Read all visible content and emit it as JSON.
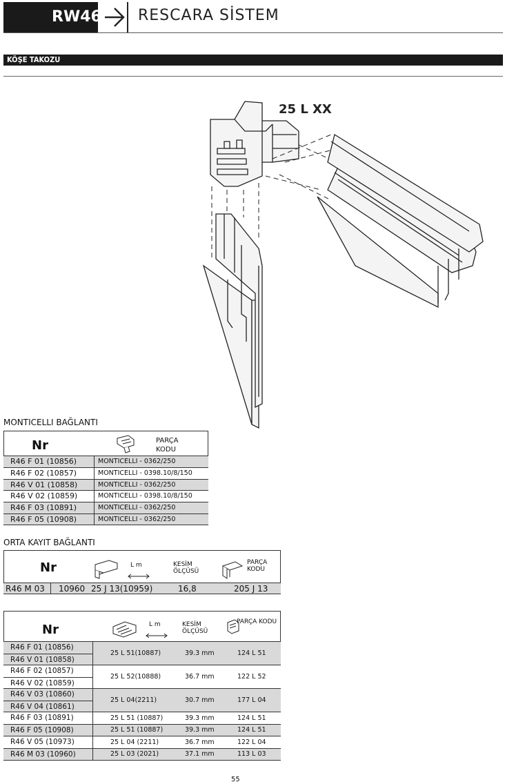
{
  "header": {
    "code": "RW46",
    "title": "RESCARA SİSTEM"
  },
  "section": {
    "title": "KÖŞE TAKOZU"
  },
  "drawing": {
    "part_label": "25 L XX"
  },
  "table1": {
    "title": "MONTICELLI BAĞLANTI",
    "col_nr": "Nr",
    "col_code_line1": "PARÇA",
    "col_code_line2": "KODU",
    "rows": [
      {
        "nr": "R46 F 01 (10856)",
        "code": "MONTICELLI - 0362/250"
      },
      {
        "nr": "R46 F 02 (10857)",
        "code": "MONTICELLI - 0398.10/8/150"
      },
      {
        "nr": "R46 V 01 (10858)",
        "code": "MONTICELLI - 0362/250"
      },
      {
        "nr": "R46 V 02 (10859)",
        "code": "MONTICELLI - 0398.10/8/150"
      },
      {
        "nr": "R46 F 03 (10891)",
        "code": "MONTICELLI - 0362/250"
      },
      {
        "nr": "R46 F 05 (10908)",
        "code": "MONTICELLI - 0362/250"
      }
    ]
  },
  "table2": {
    "title": "ORTA KAYIT BAĞLANTI",
    "col_nr": "Nr",
    "col_lm": "L  m",
    "col_cut_line1": "KESİM",
    "col_cut_line2": "ÖLÇÜSÜ",
    "col_code_line1": "PARÇA",
    "col_code_line2": "KODU",
    "row": {
      "nr": "R46 M 03",
      "num": "10960",
      "lm": "25 J 13(10959)",
      "cut": "16,8",
      "code": "205 J 13"
    }
  },
  "table3": {
    "col_nr": "Nr",
    "col_lm": "L  m",
    "col_cut_line1": "KESİM",
    "col_cut_line2": "ÖLÇÜSÜ",
    "col_code": "PARÇA KODU",
    "groups": [
      {
        "nrs": [
          "R46 F 01 (10856)",
          "R46 V 01 (10858)"
        ],
        "lm": "25 L 51(10887)",
        "cut": "39.3 mm",
        "code": "124 L 51"
      },
      {
        "nrs": [
          "R46 F 02 (10857)",
          "R46 V 02 (10859)"
        ],
        "lm": "25 L 52(10888)",
        "cut": "36.7 mm",
        "code": "122 L 52"
      },
      {
        "nrs": [
          "R46 V 03 (10860)",
          "R46 V 04 (10861)"
        ],
        "lm": "25 L 04(2211)",
        "cut": "30.7 mm",
        "code": "177 L 04"
      },
      {
        "nrs": [
          "R46 F 03 (10891)"
        ],
        "lm": "25 L 51 (10887)",
        "cut": "39.3 mm",
        "code": "124 L 51"
      },
      {
        "nrs": [
          "R46 F 05 (10908)"
        ],
        "lm": "25 L 51 (10887)",
        "cut": "39.3 mm",
        "code": "124 L 51"
      },
      {
        "nrs": [
          "R46 V 05 (10973)"
        ],
        "lm": "25 L 04 (2211)",
        "cut": "36.7 mm",
        "code": "122 L 04"
      },
      {
        "nrs": [
          "R46 M 03 (10960)"
        ],
        "lm": "25 L 03 (2021)",
        "cut": "37.1 mm",
        "code": "113 L 03"
      }
    ]
  },
  "footer": {
    "page": "55"
  }
}
